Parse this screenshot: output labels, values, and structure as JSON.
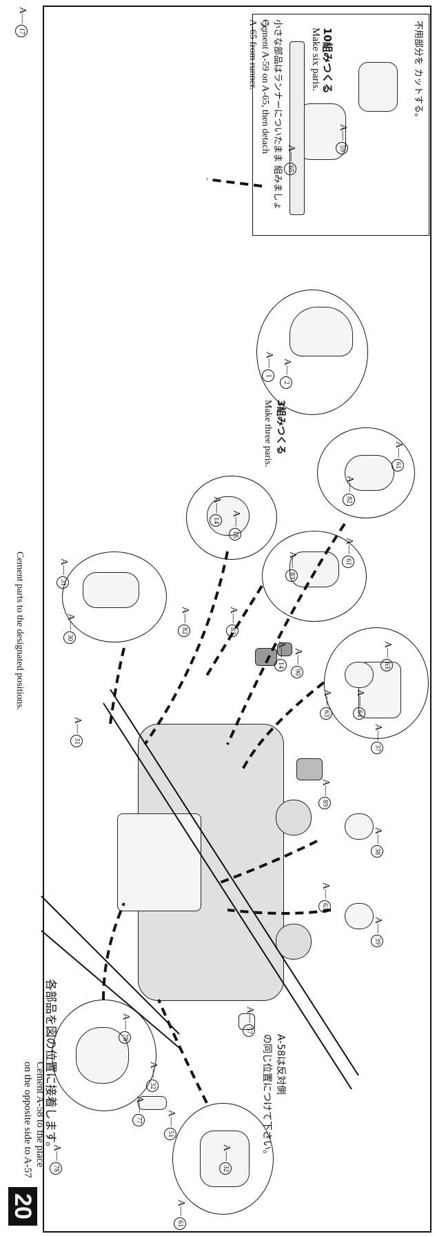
{
  "top_note": {
    "text": "Cement parts to the designated positions."
  },
  "inset": {
    "cut_note": "不用部分を カットする。",
    "make_ten_jp": "10組みつくる",
    "make_six_en": "Make six paris.",
    "small_parts_jp": "小さな部品はランナーについたまま 組みましょう。",
    "cement_en_1": "Cement A-59 on A-65, then detach",
    "cement_en_2": "A-65 from runner."
  },
  "sub_assembly": {
    "make_three_jp": "3組みつくる",
    "make_three_en": "Make three paris."
  },
  "step": {
    "number": "20",
    "jp_instruction": "各部品を図の位置に接着します。",
    "en_line_1": "Cement A-58 to the place",
    "en_line_2": "on the opposite side to A-57",
    "note_jp_1": "A-58は反対側",
    "note_jp_2": "の同じ位置につけて下さい。"
  },
  "labels": {
    "A": "A",
    "p1": "1",
    "p2": "2",
    "p14": "14",
    "p17": "17",
    "p18": "18",
    "p30": "30",
    "p31": "31",
    "p32": "32",
    "p37": "37",
    "p38": "38",
    "p39": "39",
    "p51": "51",
    "p57": "57",
    "p59": "59",
    "p61": "61",
    "p63": "63",
    "p64": "64",
    "p65": "65",
    "p77": "77",
    "p78": "78",
    "p82": "82",
    "p83": "83",
    "p89": "89",
    "p90": "90"
  }
}
